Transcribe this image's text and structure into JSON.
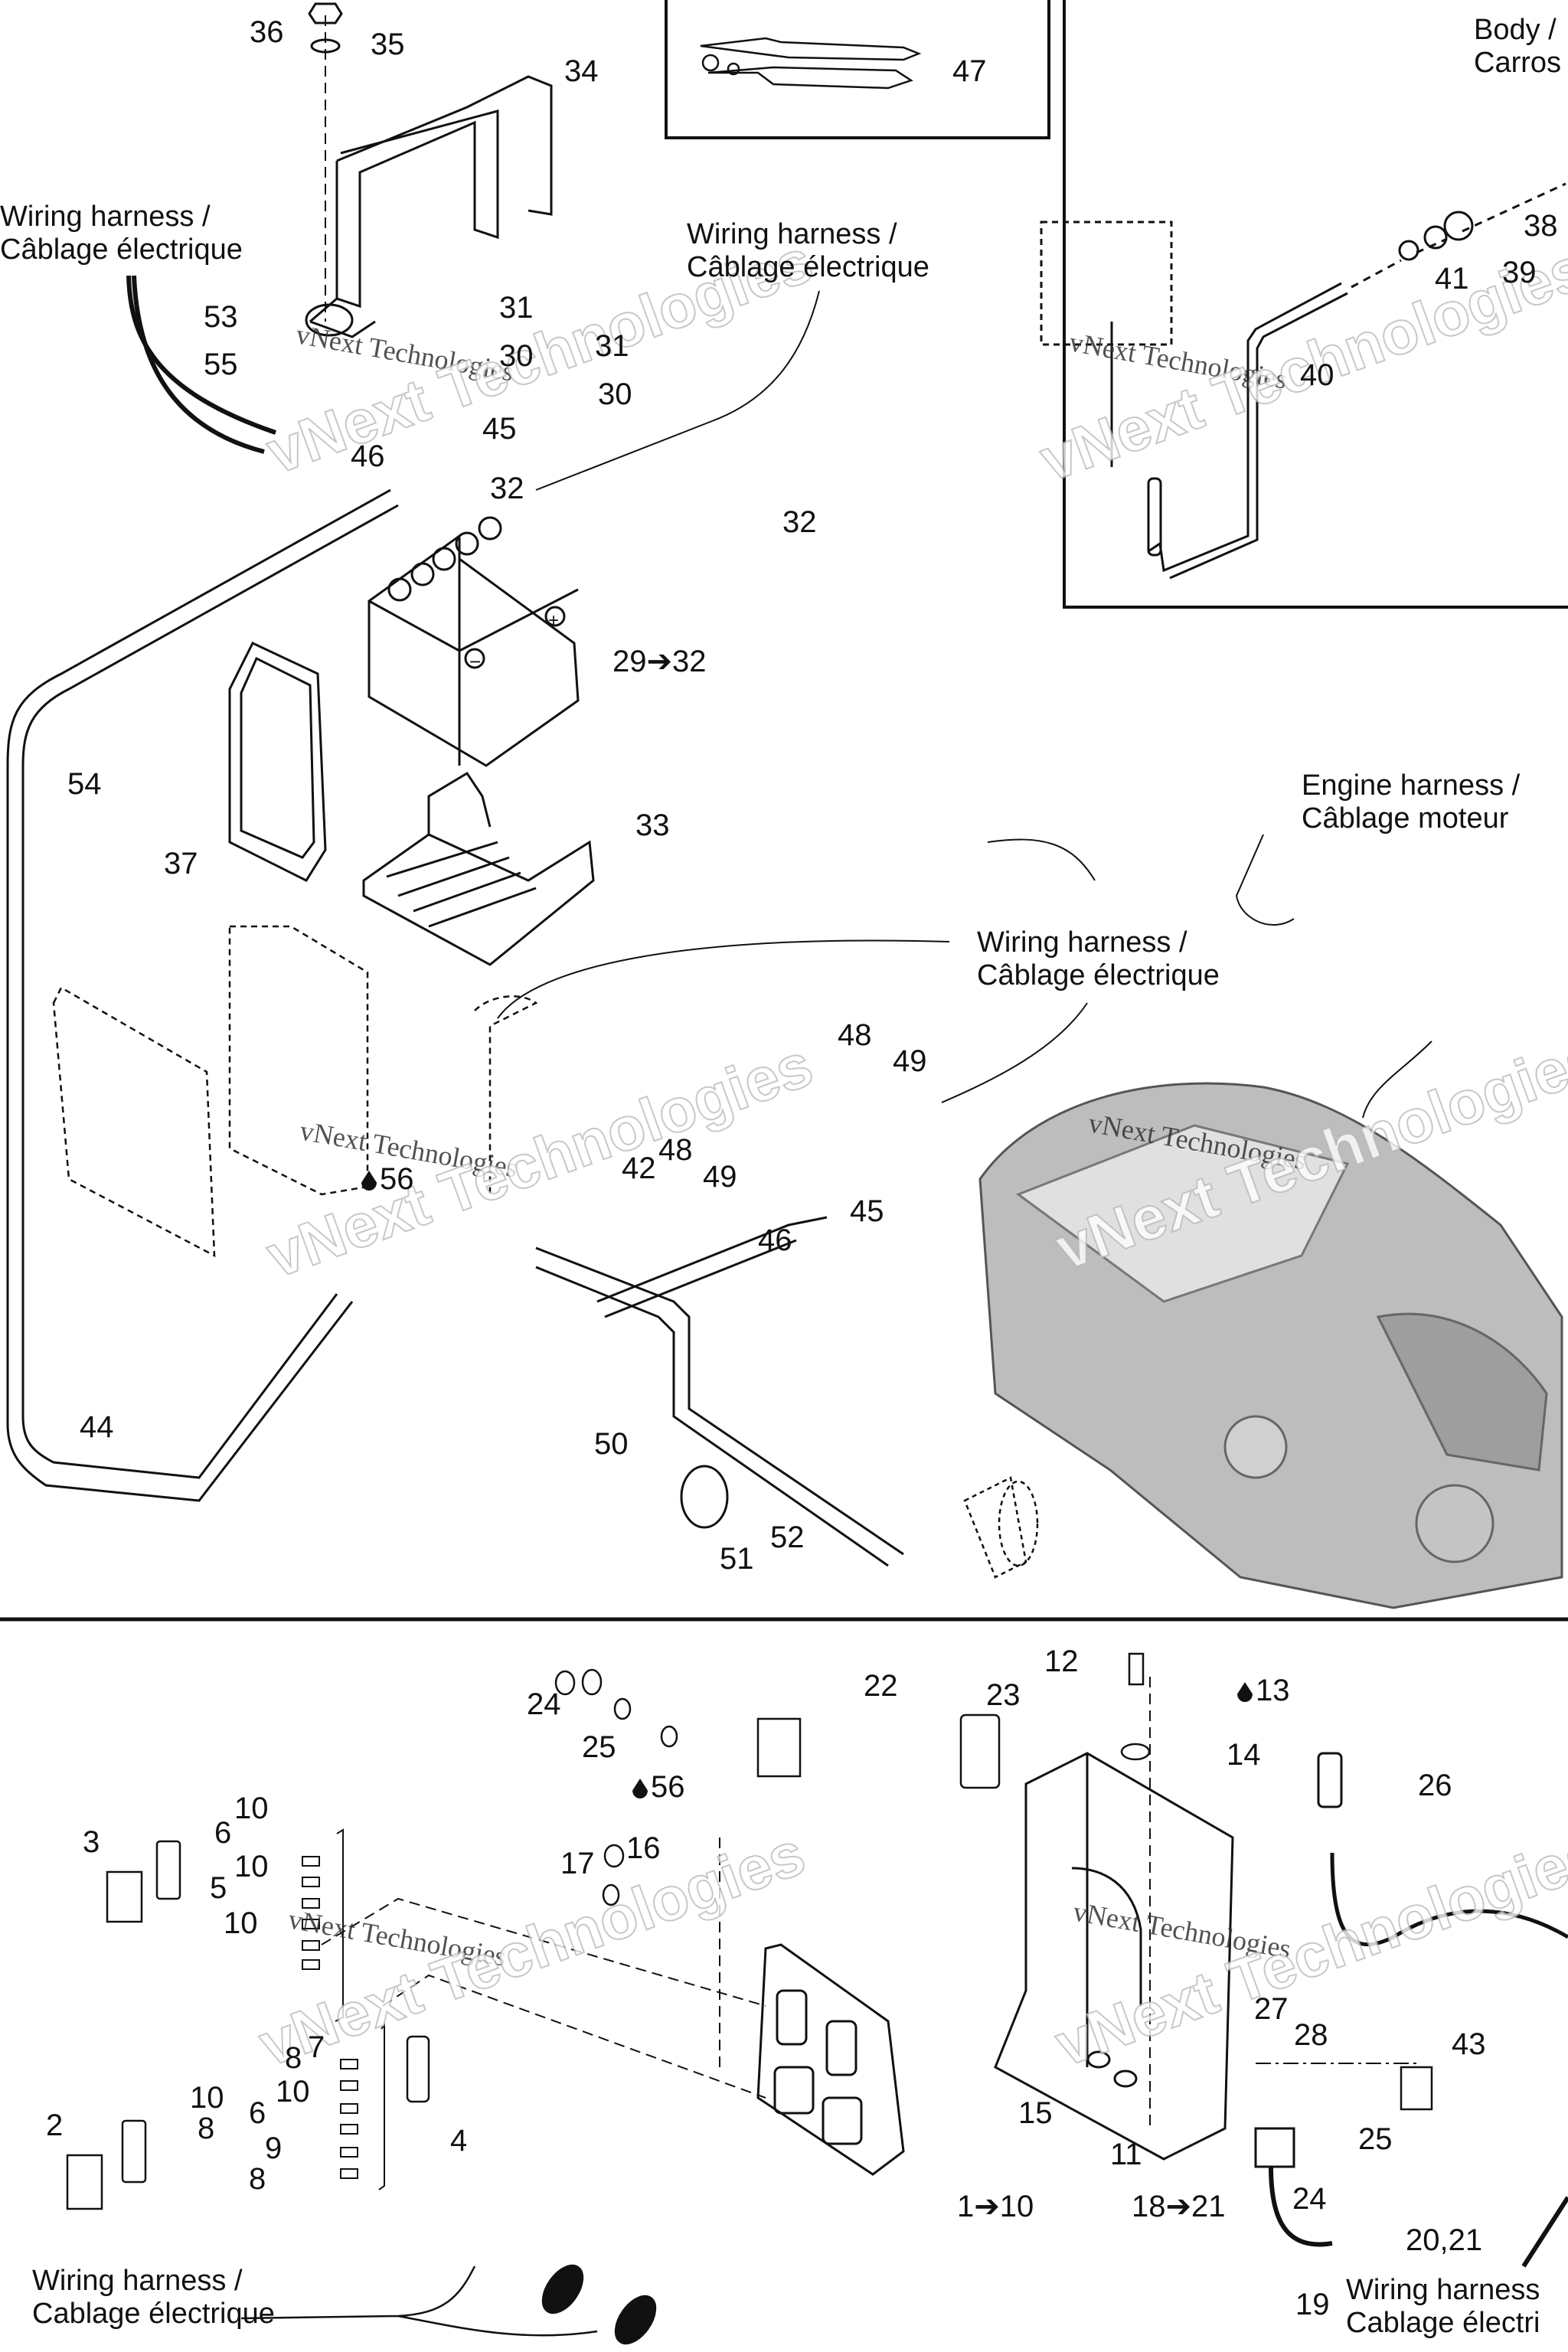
{
  "diagram": {
    "title": "Exploded parts diagram — battery, cables and electrical box",
    "watermark": {
      "line1": "vNext Technologies",
      "line2": "vNext Technologies"
    },
    "notes": [
      {
        "id": "wh-top-left",
        "text": "Wiring harness /\nCâblage électrique"
      },
      {
        "id": "wh-top-center",
        "text": "Wiring harness /\nCâblage électrique"
      },
      {
        "id": "body-top-right",
        "text": "Body /\nCarros"
      },
      {
        "id": "engine-harness",
        "text": "Engine harness /\nCâblage moteur"
      },
      {
        "id": "wh-middle",
        "text": "Wiring harness /\nCâblage électrique"
      },
      {
        "id": "wh-bottom-left",
        "text": "Wiring harness /\nCablage électrique"
      },
      {
        "id": "wh-bottom-right",
        "text": "Wiring harness\nCablage électri"
      }
    ],
    "top_section": {
      "callouts": [
        "36",
        "35",
        "34",
        "47",
        "38",
        "41",
        "39",
        "40",
        "53",
        "31",
        "30",
        "31",
        "30",
        "55",
        "46",
        "45",
        "32",
        "32",
        "29➔32",
        "54",
        "37",
        "33",
        "48",
        "49",
        "48",
        "49",
        "45",
        "46",
        "42",
        "56",
        "44",
        "50",
        "52",
        "51"
      ],
      "sealant_callouts": [
        "56"
      ]
    },
    "bottom_section": {
      "callouts": [
        "12",
        "13",
        "24",
        "22",
        "23",
        "25",
        "14",
        "26",
        "56",
        "10",
        "6",
        "3",
        "10",
        "5",
        "16",
        "17",
        "10",
        "27",
        "28",
        "43",
        "7",
        "8",
        "10",
        "10",
        "2",
        "8",
        "6",
        "9",
        "15",
        "4",
        "25",
        "11",
        "8",
        "24",
        "1➔10",
        "18➔21",
        "20,21",
        "19"
      ],
      "sealant_callouts": [
        "13",
        "56"
      ]
    },
    "parts": {
      "battery": {
        "positive": "+",
        "negative": "−"
      }
    }
  }
}
